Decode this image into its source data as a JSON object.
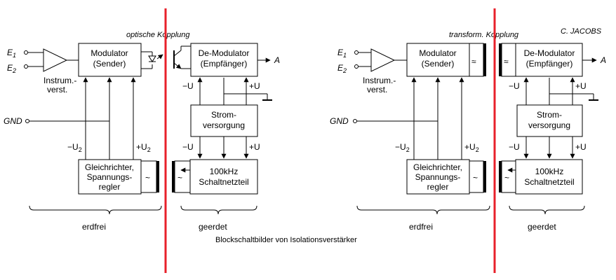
{
  "author": "C. JACOBS",
  "caption": "Blockschaltbilder von Isolationsverstärker",
  "divider_color": "#e8202a",
  "diagrams": [
    {
      "coupling": "optische Kopplung",
      "inputs": [
        "E",
        "E"
      ],
      "input_subs": [
        "1",
        "2"
      ],
      "amp_label": [
        "Instrum.-",
        "verst."
      ],
      "modulator": [
        "Modulator",
        "(Sender)"
      ],
      "demodulator": [
        "De-Modulator",
        "(Empfänger)"
      ],
      "output": "A",
      "gnd": "GND",
      "minus_u": "−U",
      "plus_u": "+U",
      "minus_u2": "−U",
      "plus_u2": "+U",
      "sub2": "2",
      "power": [
        "Strom-",
        "versorgung"
      ],
      "rectifier": [
        "Gleichrichter,",
        "Spannungs-",
        "regler"
      ],
      "smps": [
        "100kHz",
        "Schaltnetzteil"
      ],
      "isolated": "erdfrei",
      "grounded": "geerdet"
    },
    {
      "coupling": "transform. Kopplung",
      "inputs": [
        "E",
        "E"
      ],
      "input_subs": [
        "1",
        "2"
      ],
      "amp_label": [
        "Instrum.-",
        "verst."
      ],
      "modulator": [
        "Modulator",
        "(Sender)"
      ],
      "demodulator": [
        "De-Modulator",
        "(Empfänger)"
      ],
      "output": "A",
      "gnd": "GND",
      "minus_u": "−U",
      "plus_u": "+U",
      "minus_u2": "−U",
      "plus_u2": "+U",
      "sub2": "2",
      "power": [
        "Strom-",
        "versorgung"
      ],
      "rectifier": [
        "Gleichrichter,",
        "Spannungs-",
        "regler"
      ],
      "smps": [
        "100kHz",
        "Schaltnetzteil"
      ],
      "isolated": "erdfrei",
      "grounded": "geerdet"
    }
  ]
}
